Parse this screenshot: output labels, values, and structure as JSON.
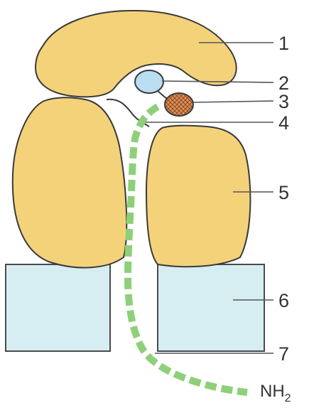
{
  "labels": {
    "l1": "1",
    "l2": "2",
    "l3": "3",
    "l4": "4",
    "l5": "5",
    "l6": "6",
    "l7": "7"
  },
  "terminal": {
    "main": "NH",
    "sub": "2"
  },
  "colors": {
    "subunit": "#f3d27a",
    "subunit_stroke": "#3a3a3a",
    "membrane": "#d6eef2",
    "membrane_stroke": "#4a4a4a",
    "sphere_blue": "#b9def2",
    "sphere_hatched": "#e0925a",
    "chain": "#8ed07a"
  }
}
